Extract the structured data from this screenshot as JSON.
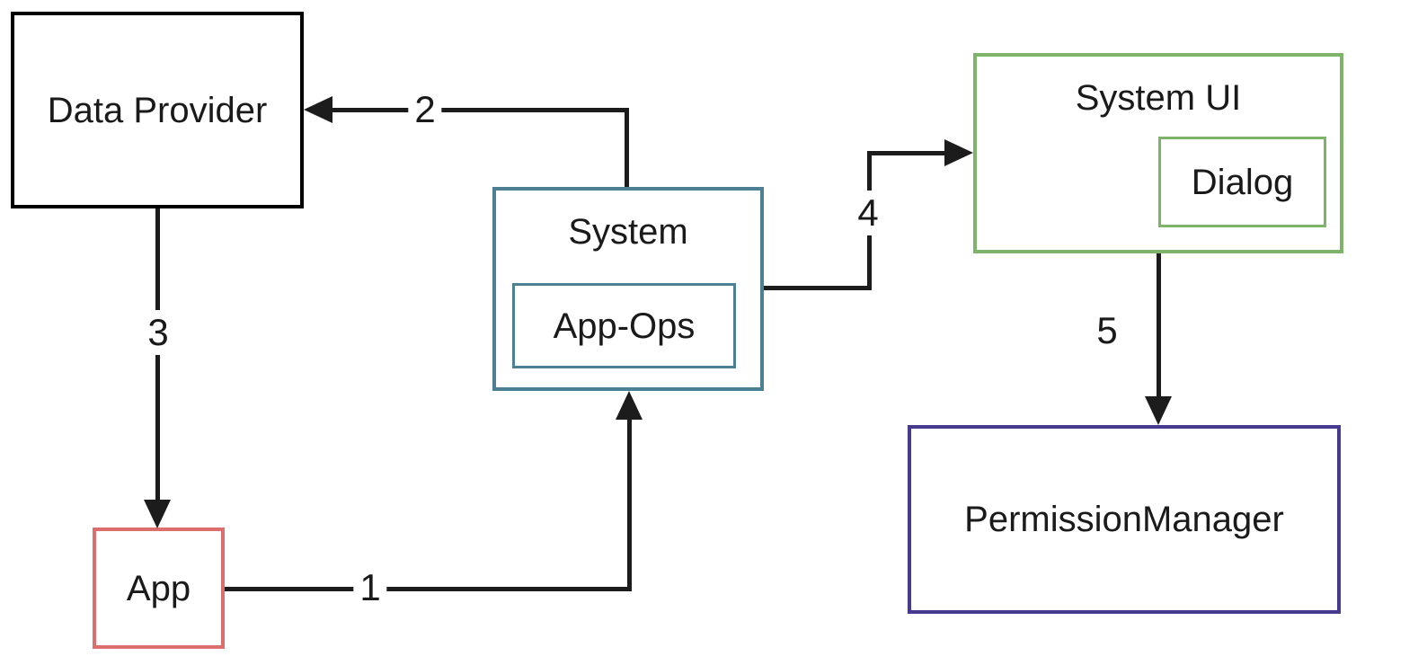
{
  "colors": {
    "line": "#1c1c1c",
    "text": "#1a1a1a",
    "node-black": "#000000",
    "node-teal": "#4e8093",
    "node-green": "#7eb36a",
    "node-indigo": "#453a8e",
    "node-red": "#dc6e6e",
    "background": "#ffffff"
  },
  "nodes": {
    "data_provider": {
      "label": "Data Provider",
      "border_color": "#000000"
    },
    "app": {
      "label": "App",
      "border_color": "#dc6e6e"
    },
    "system": {
      "label": "System",
      "border_color": "#4e8093"
    },
    "app_ops": {
      "label": "App-Ops",
      "border_color": "#4e8093",
      "parent": "System"
    },
    "system_ui": {
      "label": "System UI",
      "border_color": "#7eb36a"
    },
    "dialog": {
      "label": "Dialog",
      "border_color": "#7eb36a",
      "parent": "System UI"
    },
    "permission_manager": {
      "label": "PermissionManager",
      "border_color": "#453a8e"
    }
  },
  "edges": [
    {
      "label": "1",
      "from": "App",
      "to": "System"
    },
    {
      "label": "2",
      "from": "System",
      "to": "Data Provider"
    },
    {
      "label": "3",
      "from": "Data Provider",
      "to": "App"
    },
    {
      "label": "4",
      "from": "System",
      "to": "System UI"
    },
    {
      "label": "5",
      "from": "System UI",
      "to": "PermissionManager"
    }
  ]
}
